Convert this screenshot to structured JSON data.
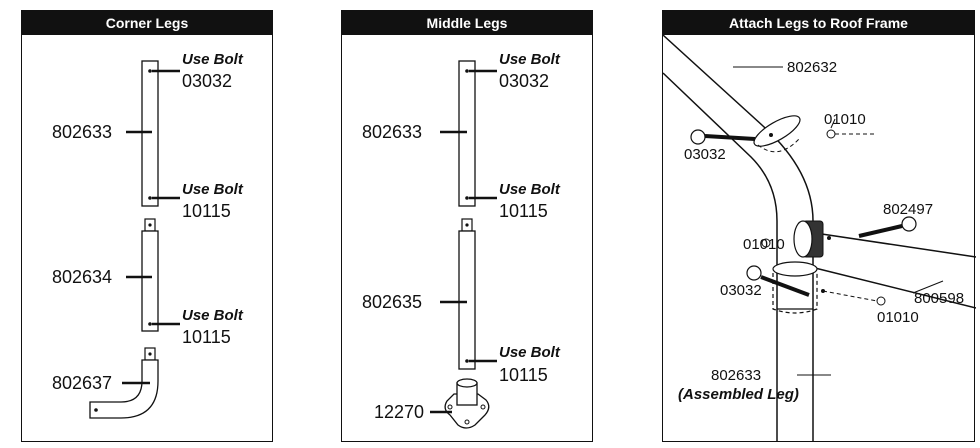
{
  "panels": [
    {
      "title": "Corner Legs"
    },
    {
      "title": "Middle Legs"
    },
    {
      "title": "Attach Legs to Roof Frame"
    }
  ],
  "corner": {
    "part_upper": "802633",
    "part_lower": "802634",
    "part_foot": "802637",
    "bolt_use": "Use Bolt",
    "bolt_1": "03032",
    "bolt_2": "10115",
    "bolt_3": "10115"
  },
  "middle": {
    "part_upper": "802633",
    "part_lower": "802635",
    "part_base": "12270",
    "bolt_use": "Use Bolt",
    "bolt_1": "03032",
    "bolt_2": "10115",
    "bolt_3": "10115"
  },
  "attach": {
    "roof_frame": "802632",
    "washer_top": "01010",
    "bolt_top": "03032",
    "bolt_right": "802497",
    "washer_mid": "01010",
    "bolt_mid": "03032",
    "crossbar": "800598",
    "washer_bottom": "01010",
    "leg": "802633",
    "leg_note": "(Assembled Leg)"
  }
}
